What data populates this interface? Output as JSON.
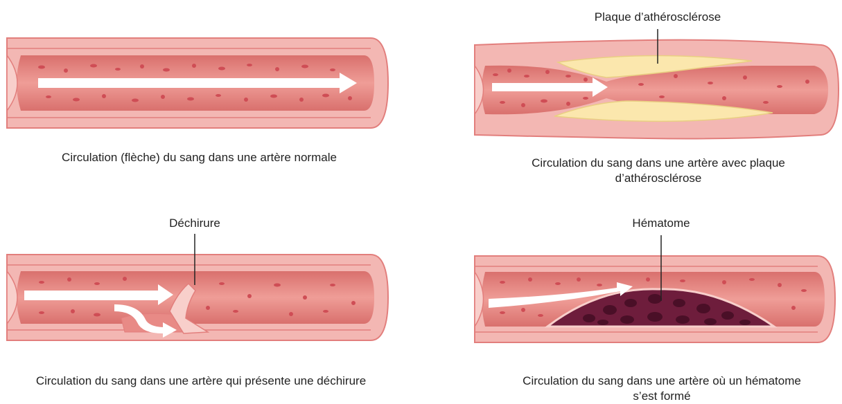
{
  "panels": {
    "normal": {
      "caption": "Circulation (flèche) du sang dans une artère normale"
    },
    "plaque": {
      "label": "Plaque d’athérosclérose",
      "caption": "Circulation du sang dans une artère avec plaque d’athérosclérose"
    },
    "tear": {
      "label": "Déchirure",
      "caption": "Circulation du sang dans une artère qui présente une déchirure"
    },
    "hematoma": {
      "label": "Hématome",
      "caption": "Circulation du sang dans une artère où un hématome s’est formé"
    }
  },
  "colors": {
    "outer_wall": "#f3b7b3",
    "outer_wall_stroke": "#e27e7c",
    "wall_inner": "#f8cfcb",
    "lumen": "#e88a86",
    "lumen_dark": "#d86a68",
    "blood_cell": "#cf4d55",
    "arrow": "#ffffff",
    "plaque": "#fbe7ad",
    "plaque_stroke": "#e9cf82",
    "hematoma": "#6e1d3c",
    "hematoma_dark": "#4a0f27",
    "leader_line": "#222222"
  }
}
